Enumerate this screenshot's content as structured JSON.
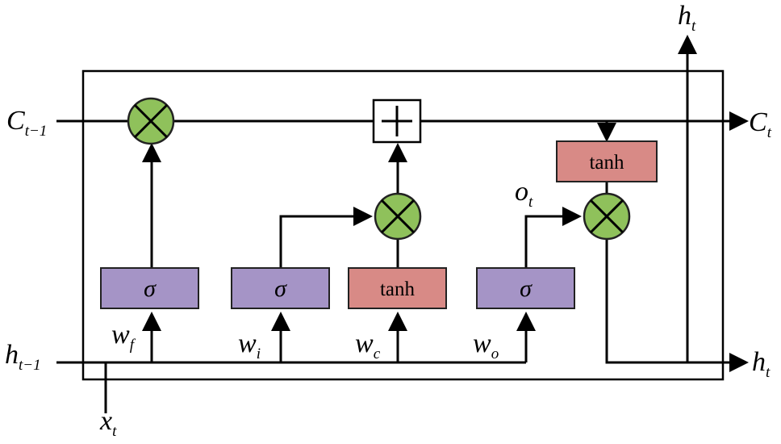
{
  "labels": {
    "c_prev_main": "C",
    "c_prev_sub": "t−1",
    "c_out_main": "C",
    "c_out_sub": "t",
    "h_prev_main": "h",
    "h_prev_sub": "t−1",
    "h_out_main": "h",
    "h_out_sub": "t",
    "h_top_main": "h",
    "h_top_sub": "t",
    "x_main": "x",
    "x_sub": "t",
    "o_main": "o",
    "o_sub": "t",
    "wf_main": "w",
    "wf_sub": "f",
    "wi_main": "w",
    "wi_sub": "i",
    "wc_main": "w",
    "wc_sub": "c",
    "wo_main": "w",
    "wo_sub": "o"
  },
  "boxes": {
    "sigma": "σ",
    "tanh": "tanh"
  },
  "colors": {
    "sigma_fill": "#a594c6",
    "tanh_fill": "#d88a86",
    "op_fill": "#8fc15b"
  }
}
